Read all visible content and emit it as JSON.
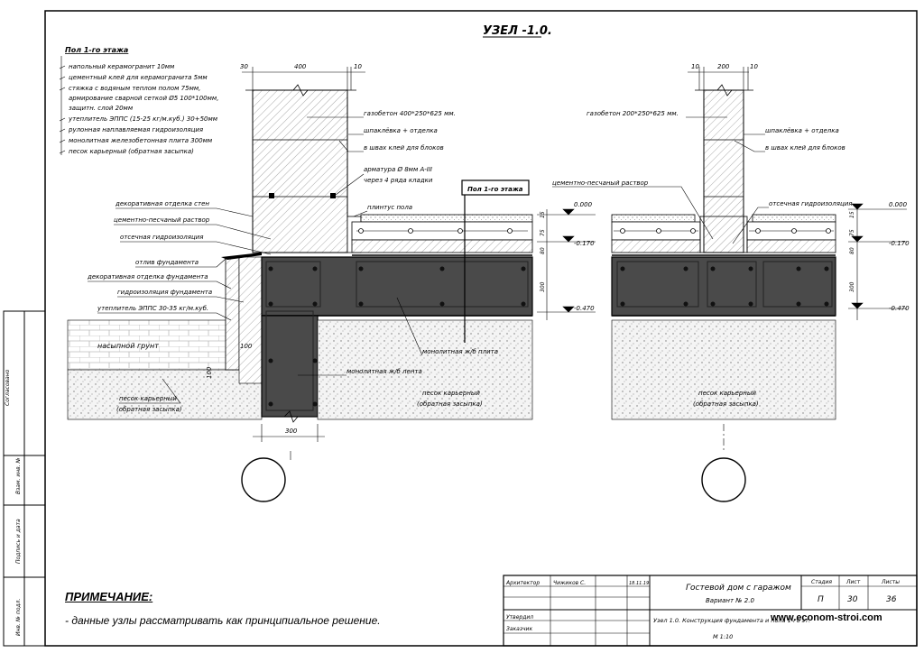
{
  "title": "УЗЕЛ -1.0.",
  "floor_heading": "Пол 1-го этажа",
  "floor_layers": [
    "напольный керамогранит 10мм",
    "цементный клей для керамогранита 5мм",
    "стяжка с водяным теплом полом 75мм,",
    "армирование сварной сеткой Ø5 100*100мм,",
    "защитн. слой 20мм",
    "утеплитель ЭППС (15-25 кг/м.куб.) 30+50мм",
    "рулонная наплавляемая гидроизоляция",
    "монолитная железобетонная плита 300мм",
    "песок карьерный (обратная засыпка)"
  ],
  "left_labels": {
    "wall_finish": "декоративная отделка стен",
    "cement_mortar": "цементно-песчаный раствор",
    "cutoff_hydro": "отсечная гидроизоляция",
    "drip": "отлив фундамента",
    "foundation_finish": "декоративная отделка фундамента",
    "foundation_hydro": "гидроизоляция фундамента",
    "foundation_insul": "утеплитель ЭППС 30-35 кг/м.куб.",
    "backfill": "насыпной грунт",
    "sand": "песок карьерный",
    "sand2": "(обратная засыпка)"
  },
  "wall_labels": {
    "gasbeton": "газобетон 400*250*625 мм.",
    "putty": "шпаклёвка + отделка",
    "glue": "в швах клей для блоков",
    "rebar": "арматура Ø 8мм А-III",
    "rebar2": "через 4 ряда кладки",
    "plinth": "плинтус пола",
    "floor_tag": "Пол 1-го этажа",
    "slab": "монолитная ж/б плита",
    "strip": "монолитная ж/б лента",
    "sand": "песок карьерный",
    "sand2": "(обратная засыпка)"
  },
  "right_labels": {
    "gasbeton": "газобетон 200*250*625 мм.",
    "putty": "шпаклёвка + отделка",
    "glue": "в швах клей для блоков",
    "mortar": "цементно-песчаный раствор",
    "cutoff": "отсечная гидроизоляция",
    "sand": "песок карьерный",
    "sand2": "(обратная засыпка)"
  },
  "dims": {
    "d30": "30",
    "d400": "400",
    "d10": "10",
    "d200": "200",
    "d300": "300",
    "d100": "100",
    "d15": "15",
    "d75": "75",
    "d80": "80"
  },
  "levels": {
    "l0": "0.000",
    "l1": "-0.170",
    "l2": "-0.470"
  },
  "sidebar": {
    "a": "Инв. № подл.",
    "b": "Подпись и дата",
    "c": "Взам. инв. №",
    "d": "Согласовано"
  },
  "note": {
    "title": "ПРИМЕЧАНИЕ:",
    "text": "- данные узлы рассматривать как принципиальное решение."
  },
  "stamp": {
    "role1": "Архитектор",
    "name1": "Чижиков С.",
    "date1": "18.11.19",
    "role2": "Утвердил",
    "role3": "Заказчик",
    "project": "Гостевой дом с гаражом",
    "variant": "Вариант № 2.0",
    "sheet_title": "Узел 1.0. Конструкция фундамента и пола 1-го эт.",
    "scale": "М 1:10",
    "h_stage": "Стадия",
    "h_sheet": "Лист",
    "h_sheets": "Листы",
    "stage": "П",
    "sheet": "30",
    "sheets": "36",
    "url": "www.econom-stroi.com"
  }
}
